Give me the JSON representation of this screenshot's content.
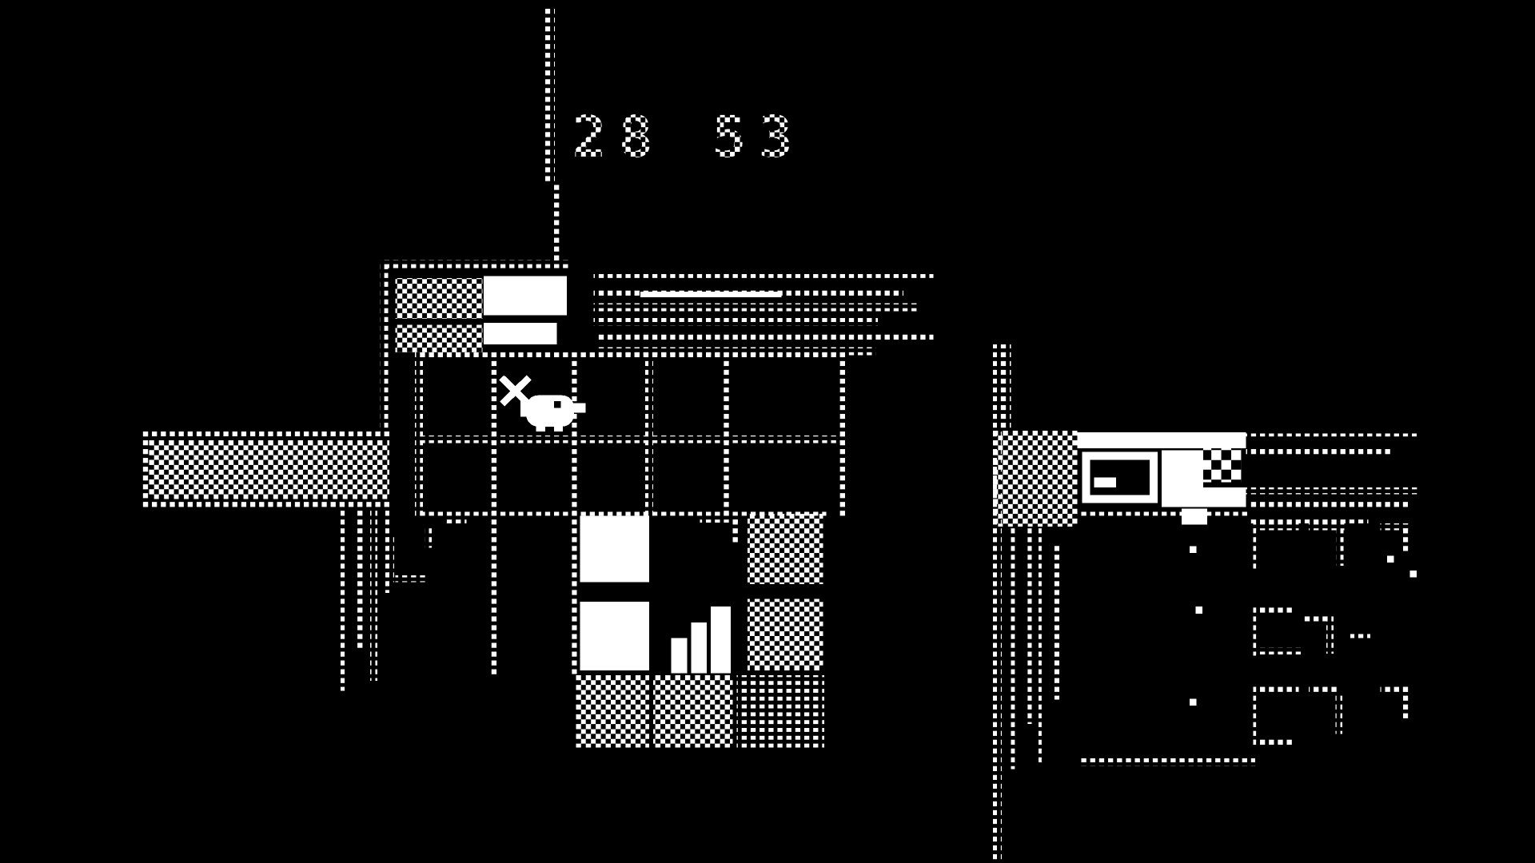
{
  "meta": {
    "background_color": "#000000",
    "foreground_color": "#ffffff"
  },
  "hud": {
    "timer_text": "28 53"
  },
  "scene": {
    "shapes": [
      {
        "n": "flagpole-upper",
        "t": "dots",
        "r": [
          549,
          8,
          10,
          178
        ]
      },
      {
        "n": "flagpole-lower",
        "t": "dots",
        "r": [
          557,
          186,
          10,
          88
        ]
      },
      {
        "n": "hotel-top-edge",
        "t": "dots",
        "r": [
          383,
          266,
          192,
          8
        ]
      },
      {
        "n": "hotel-left-edge",
        "t": "dots",
        "r": [
          383,
          274,
          8,
          168
        ]
      },
      {
        "n": "hotel-wall-dither-upper",
        "t": "checker",
        "r": [
          398,
          284,
          88,
          42
        ]
      },
      {
        "n": "hotel-sign",
        "t": "solid",
        "r": [
          487,
          282,
          84,
          40
        ]
      },
      {
        "n": "hotel-wall-dither-lower",
        "t": "checker",
        "r": [
          398,
          332,
          88,
          28
        ]
      },
      {
        "n": "hotel-door-lintel",
        "t": "solid",
        "r": [
          487,
          330,
          74,
          22
        ]
      },
      {
        "n": "fence-row-1",
        "t": "dots",
        "r": [
          598,
          280,
          342,
          8
        ]
      },
      {
        "n": "fence-row-2",
        "t": "dots",
        "r": [
          598,
          295,
          312,
          8
        ]
      },
      {
        "n": "fence-rail",
        "t": "solid",
        "r": [
          645,
          298,
          142,
          6
        ]
      },
      {
        "n": "fence-row-3",
        "t": "dots",
        "r": [
          598,
          310,
          326,
          8
        ]
      },
      {
        "n": "fence-row-4",
        "t": "dots",
        "r": [
          598,
          325,
          286,
          8
        ]
      },
      {
        "n": "fence-row-5",
        "t": "dots",
        "r": [
          600,
          340,
          340,
          8
        ]
      },
      {
        "n": "fence-row-6",
        "t": "dots",
        "r": [
          600,
          355,
          282,
          8
        ]
      },
      {
        "n": "room-grid-top",
        "t": "dots",
        "r": [
          420,
          360,
          432,
          8
        ]
      },
      {
        "n": "room-grid-middle",
        "t": "dots",
        "r": [
          420,
          445,
          432,
          8
        ]
      },
      {
        "n": "room-grid-bottom",
        "t": "dots",
        "r": [
          420,
          523,
          412,
          8
        ]
      },
      {
        "n": "room-grid-v1",
        "t": "dots",
        "r": [
          418,
          360,
          8,
          171
        ]
      },
      {
        "n": "room-grid-v2",
        "t": "dots",
        "r": [
          495,
          360,
          8,
          171
        ]
      },
      {
        "n": "room-grid-v2-lower",
        "t": "dots",
        "r": [
          495,
          531,
          8,
          160
        ]
      },
      {
        "n": "room-grid-v3",
        "t": "dots",
        "r": [
          573,
          360,
          8,
          171
        ]
      },
      {
        "n": "room-grid-v3-lower",
        "t": "dots",
        "r": [
          573,
          531,
          8,
          158
        ]
      },
      {
        "n": "room-grid-v4",
        "t": "dots",
        "r": [
          650,
          360,
          8,
          171
        ]
      },
      {
        "n": "room-grid-v5",
        "t": "dots",
        "r": [
          727,
          360,
          8,
          171
        ]
      },
      {
        "n": "room-grid-v6",
        "t": "dots",
        "r": [
          843,
          360,
          8,
          171
        ]
      },
      {
        "n": "west-path-top-edge",
        "t": "dots",
        "r": [
          145,
          438,
          250,
          8
        ]
      },
      {
        "n": "west-path-surface",
        "t": "checker",
        "r": [
          150,
          450,
          242,
          60
        ]
      },
      {
        "n": "west-path-bottom-edge",
        "t": "dots",
        "r": [
          145,
          510,
          250,
          8
        ]
      },
      {
        "n": "west-path-left-cap",
        "t": "dots",
        "r": [
          143,
          438,
          8,
          80
        ]
      },
      {
        "n": "south-trail-1",
        "t": "dots",
        "r": [
          343,
          520,
          7,
          186
        ]
      },
      {
        "n": "south-trail-2",
        "t": "dots",
        "r": [
          358,
          520,
          7,
          146
        ]
      },
      {
        "n": "south-trail-3",
        "t": "dots",
        "r": [
          373,
          520,
          7,
          176
        ]
      },
      {
        "n": "south-trail-4",
        "t": "dots",
        "r": [
          388,
          520,
          7,
          86
        ]
      },
      {
        "n": "trail-mark-1",
        "t": "dots",
        "r": [
          390,
          545,
          7,
          50
        ]
      },
      {
        "n": "trail-mark-2",
        "t": "dots",
        "r": [
          398,
          588,
          34,
          7
        ]
      },
      {
        "n": "trail-mark-3",
        "t": "dots",
        "r": [
          428,
          536,
          7,
          24
        ]
      },
      {
        "n": "trail-mark-4",
        "t": "dots",
        "r": [
          448,
          528,
          22,
          7
        ]
      },
      {
        "n": "courtyard-slab-1",
        "t": "solid",
        "r": [
          584,
          527,
          70,
          68
        ]
      },
      {
        "n": "courtyard-slab-2",
        "t": "solid",
        "r": [
          584,
          615,
          70,
          70
        ]
      },
      {
        "n": "stairs-step-1",
        "t": "solid",
        "r": [
          676,
          652,
          16,
          36
        ]
      },
      {
        "n": "stairs-step-2",
        "t": "solid",
        "r": [
          696,
          636,
          16,
          52
        ]
      },
      {
        "n": "stairs-step-3",
        "t": "solid",
        "r": [
          716,
          620,
          20,
          68
        ]
      },
      {
        "n": "garden-dither-east-1",
        "t": "checker",
        "r": [
          753,
          525,
          76,
          72
        ]
      },
      {
        "n": "garden-dither-east-2",
        "t": "checker",
        "r": [
          753,
          612,
          76,
          73
        ]
      },
      {
        "n": "garden-dither-south-1",
        "t": "checker",
        "r": [
          580,
          690,
          74,
          74
        ]
      },
      {
        "n": "garden-dither-south-2",
        "t": "checker",
        "r": [
          658,
          690,
          80,
          74
        ]
      },
      {
        "n": "garden-rows-south",
        "t": "hstripe",
        "r": [
          742,
          690,
          88,
          74
        ]
      },
      {
        "n": "fence-mark-1",
        "t": "dots",
        "r": [
          705,
          527,
          40,
          7
        ]
      },
      {
        "n": "fence-mark-2",
        "t": "dots",
        "r": [
          738,
          527,
          7,
          28
        ]
      },
      {
        "n": "east-pole",
        "t": "dots",
        "r": [
          1000,
          352,
          9,
          528
        ]
      },
      {
        "n": "east-pole-cap",
        "t": "dots",
        "r": [
          1009,
          352,
          9,
          88
        ]
      },
      {
        "n": "east-path-dither",
        "t": "checker",
        "r": [
          1000,
          440,
          85,
          98
        ]
      },
      {
        "n": "factory-roof",
        "t": "solid",
        "r": [
          1085,
          442,
          170,
          16
        ]
      },
      {
        "n": "factory-window-frame",
        "t": "solid",
        "r": [
          1090,
          462,
          76,
          52
        ]
      },
      {
        "n": "factory-window-glass",
        "t": "black",
        "r": [
          1098,
          470,
          60,
          36
        ]
      },
      {
        "n": "factory-window-sill",
        "t": "solid",
        "r": [
          1102,
          488,
          22,
          10
        ]
      },
      {
        "n": "factory-column",
        "t": "solid",
        "r": [
          1170,
          460,
          42,
          58
        ]
      },
      {
        "n": "factory-vent",
        "t": "bigchecker",
        "r": [
          1212,
          455,
          38,
          38
        ]
      },
      {
        "n": "factory-ledge",
        "t": "solid",
        "r": [
          1205,
          498,
          50,
          20
        ]
      },
      {
        "n": "factory-door",
        "t": "solid",
        "r": [
          1190,
          520,
          26,
          16
        ]
      },
      {
        "n": "factory-base-edge",
        "t": "dots",
        "r": [
          1085,
          523,
          172,
          7
        ]
      },
      {
        "n": "east-fence-row-1",
        "t": "dots",
        "r": [
          1255,
          443,
          172,
          7
        ]
      },
      {
        "n": "east-fence-row-2",
        "t": "dots",
        "r": [
          1255,
          458,
          146,
          7
        ]
      },
      {
        "n": "east-fence-row-3",
        "t": "dots",
        "r": [
          1255,
          498,
          176,
          7
        ]
      },
      {
        "n": "east-fence-row-4",
        "t": "dots",
        "r": [
          1258,
          513,
          160,
          7
        ]
      },
      {
        "n": "east-fence-row-5",
        "t": "dots",
        "r": [
          1258,
          528,
          120,
          7
        ]
      },
      {
        "n": "east-trail-1",
        "t": "dots",
        "r": [
          1018,
          540,
          7,
          246
        ]
      },
      {
        "n": "east-trail-2",
        "t": "dots",
        "r": [
          1032,
          540,
          7,
          200
        ]
      },
      {
        "n": "east-trail-3",
        "t": "dots",
        "r": [
          1046,
          540,
          7,
          240
        ]
      },
      {
        "n": "east-trail-4",
        "t": "dots",
        "r": [
          1060,
          555,
          7,
          160
        ]
      },
      {
        "n": "floor-speck-1",
        "t": "solid",
        "r": [
          1198,
          558,
          7,
          7
        ]
      },
      {
        "n": "floor-speck-2",
        "t": "solid",
        "r": [
          1204,
          620,
          7,
          7
        ]
      },
      {
        "n": "floor-speck-3",
        "t": "solid",
        "r": [
          1198,
          714,
          7,
          7
        ]
      },
      {
        "n": "floor-speck-4",
        "t": "solid",
        "r": [
          1397,
          568,
          7,
          7
        ]
      },
      {
        "n": "floor-speck-5",
        "t": "solid",
        "r": [
          1420,
          583,
          7,
          7
        ]
      },
      {
        "n": "crate-a-top",
        "t": "dots",
        "r": [
          1262,
          535,
          46,
          7
        ]
      },
      {
        "n": "crate-a-left",
        "t": "dots",
        "r": [
          1262,
          535,
          7,
          46
        ]
      },
      {
        "n": "crate-b-top",
        "t": "dots",
        "r": [
          1318,
          535,
          36,
          7
        ]
      },
      {
        "n": "crate-b-right",
        "t": "dots",
        "r": [
          1346,
          542,
          7,
          36
        ]
      },
      {
        "n": "crate-c-top",
        "t": "dots",
        "r": [
          1390,
          535,
          30,
          7
        ]
      },
      {
        "n": "crate-c-right",
        "t": "dots",
        "r": [
          1413,
          535,
          7,
          30
        ]
      },
      {
        "n": "crate-d-top",
        "t": "dots",
        "r": [
          1262,
          620,
          40,
          7
        ]
      },
      {
        "n": "crate-d-left",
        "t": "dots",
        "r": [
          1262,
          620,
          7,
          50
        ]
      },
      {
        "n": "crate-e-top",
        "t": "dots",
        "r": [
          1312,
          628,
          30,
          7
        ]
      },
      {
        "n": "crate-e-right",
        "t": "dots",
        "r": [
          1336,
          628,
          7,
          40
        ]
      },
      {
        "n": "crate-d-bottom",
        "t": "dots",
        "r": [
          1262,
          662,
          50,
          7
        ]
      },
      {
        "n": "crate-e-mark",
        "t": "dots",
        "r": [
          1360,
          645,
          20,
          7
        ]
      },
      {
        "n": "crate-f-top",
        "t": "dots",
        "r": [
          1262,
          702,
          46,
          7
        ]
      },
      {
        "n": "crate-f-left",
        "t": "dots",
        "r": [
          1262,
          702,
          7,
          56
        ]
      },
      {
        "n": "crate-g-top",
        "t": "dots",
        "r": [
          1318,
          702,
          30,
          7
        ]
      },
      {
        "n": "crate-g-right",
        "t": "dots",
        "r": [
          1345,
          710,
          7,
          40
        ]
      },
      {
        "n": "crate-h-top",
        "t": "dots",
        "r": [
          1390,
          702,
          28,
          7
        ]
      },
      {
        "n": "crate-h-right",
        "t": "dots",
        "r": [
          1413,
          702,
          7,
          36
        ]
      },
      {
        "n": "crate-f-bottom",
        "t": "dots",
        "r": [
          1262,
          755,
          40,
          7
        ]
      },
      {
        "n": "factory-floor-edge",
        "t": "dots",
        "r": [
          1088,
          775,
          176,
          8
        ]
      }
    ]
  }
}
